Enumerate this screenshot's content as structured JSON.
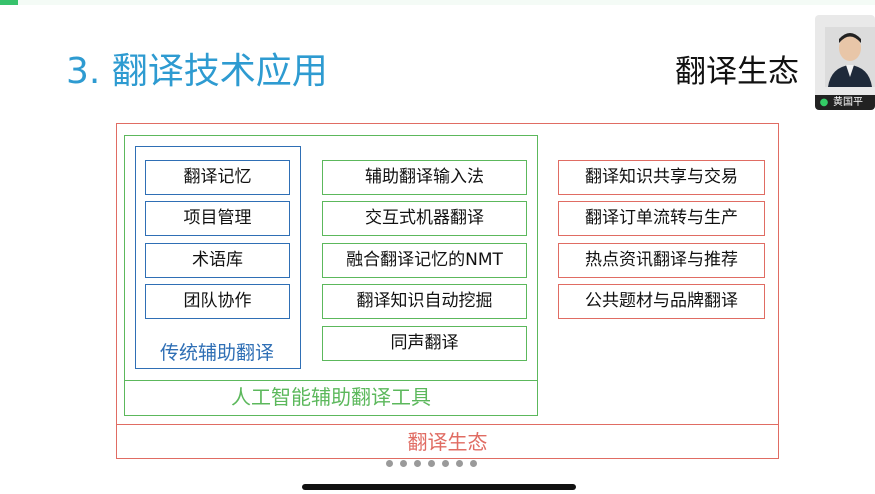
{
  "colors": {
    "title_blue": "#2e9bd1",
    "blue": "#2f6fb5",
    "green": "#5cb85c",
    "red": "#e06c63",
    "top_accent": "#37c26c"
  },
  "slide": {
    "title": "3. 翻译技术应用",
    "right_title": "翻译生态"
  },
  "traditional": {
    "label": "传统辅助翻译",
    "items": [
      "翻译记忆",
      "项目管理",
      "术语库",
      "团队协作"
    ]
  },
  "ai": {
    "label": "人工智能辅助翻译工具",
    "items": [
      "辅助翻译输入法",
      "交互式机器翻译",
      "融合翻译记忆的NMT",
      "翻译知识自动挖掘",
      "同声翻译"
    ]
  },
  "ecosystem": {
    "label": "翻译生态",
    "items": [
      "翻译知识共享与交易",
      "翻译订单流转与生产",
      "热点资讯翻译与推荐",
      "公共题材与品牌翻译"
    ]
  },
  "video": {
    "name": "黄国平",
    "icons": [
      "microphone-icon"
    ]
  },
  "pager": {
    "page_count": 7
  }
}
